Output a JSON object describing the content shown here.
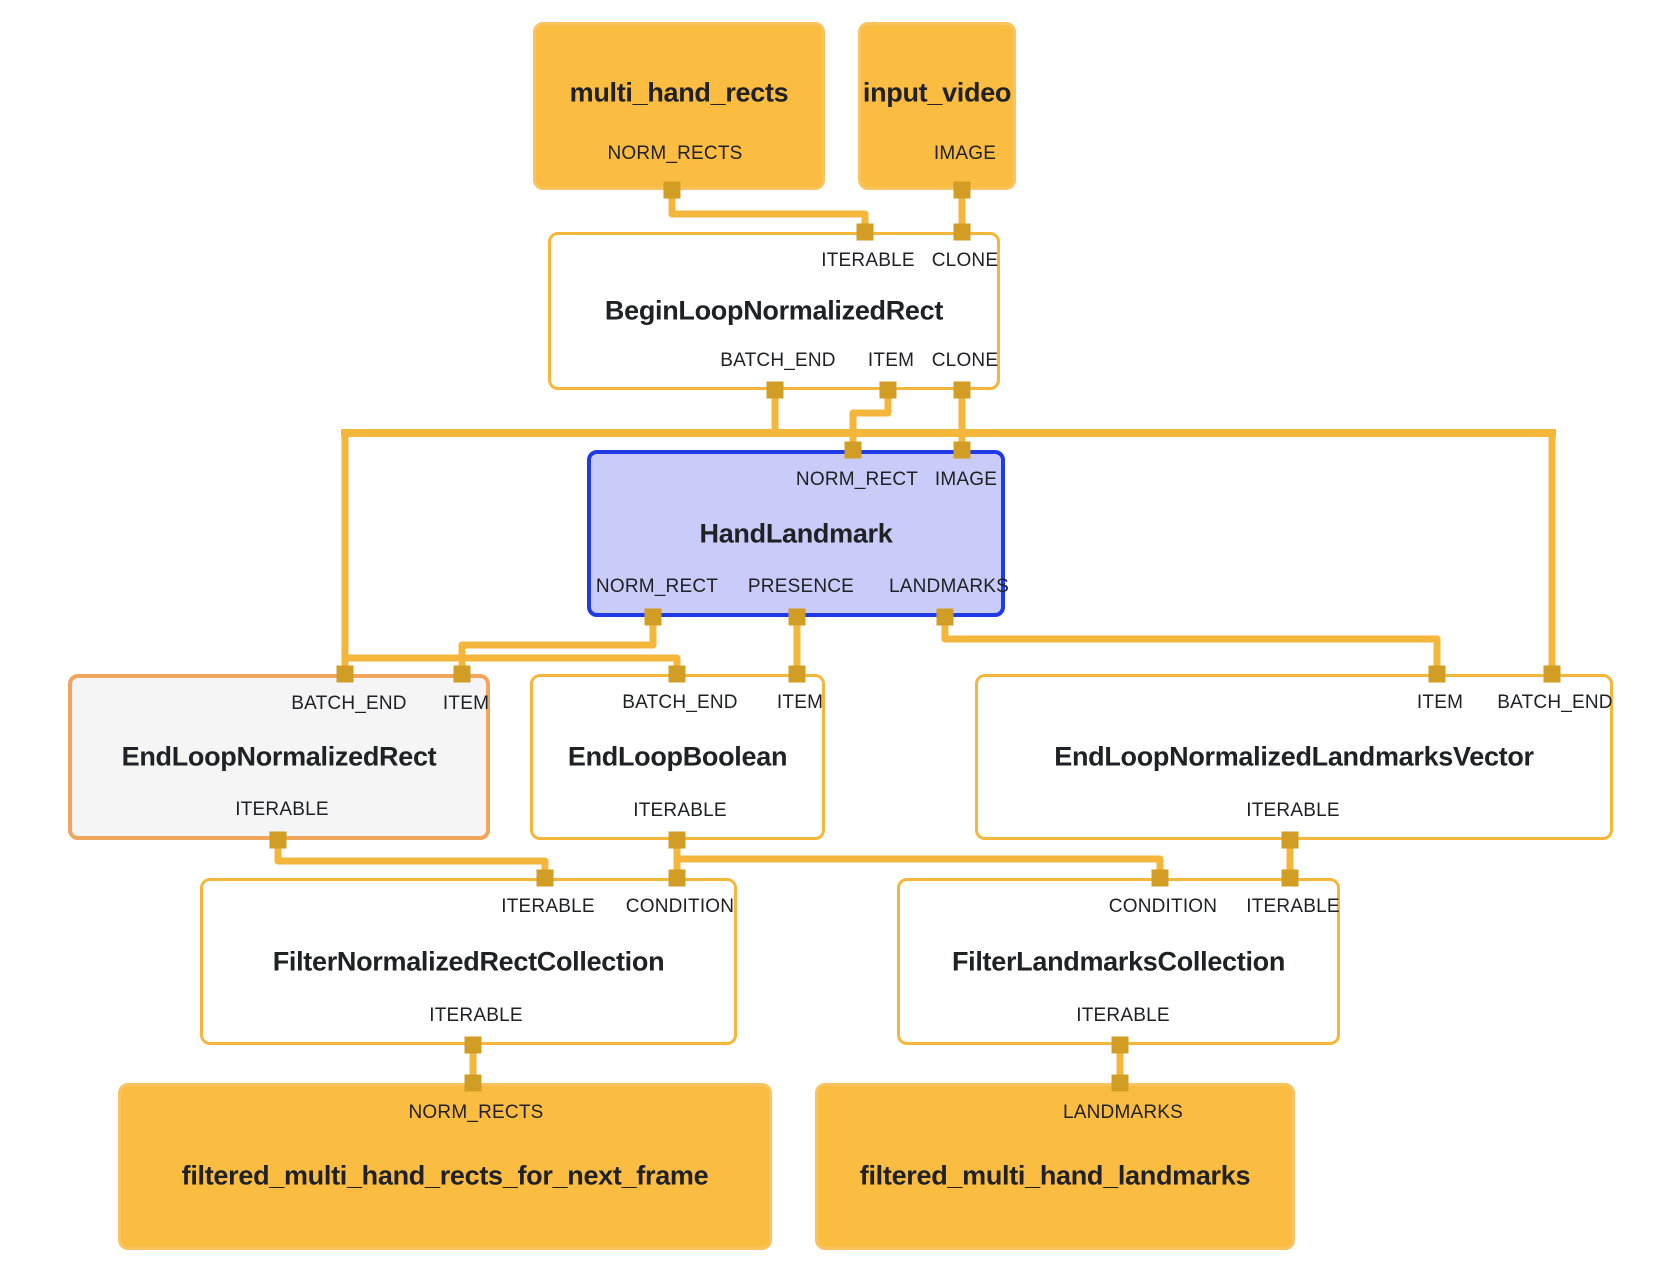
{
  "diagram_type": "mediapipe-node-graph",
  "colors": {
    "background": "#ffffff",
    "wire": "#F5B63C",
    "port": "#D29D25",
    "text": "#202124",
    "packet_fill": "#FBBC42",
    "packet_border": "#F9C45F",
    "plain_node_border": "#F5B63C",
    "subgraph_fill": "#C9CBF8",
    "subgraph_border": "#1F3BE5",
    "selected_node_fill": "#F5F5F5",
    "selected_node_border": "#F2A55C"
  },
  "nodes": {
    "multi_hand_rects": {
      "title": "multi_hand_rects",
      "outputs": [
        "NORM_RECTS"
      ]
    },
    "input_video": {
      "title": "input_video",
      "outputs": [
        "IMAGE"
      ]
    },
    "begin_loop_normalized_rect": {
      "title": "BeginLoopNormalizedRect",
      "inputs": [
        "ITERABLE",
        "CLONE"
      ],
      "outputs": [
        "BATCH_END",
        "ITEM",
        "CLONE"
      ]
    },
    "hand_landmark": {
      "title": "HandLandmark",
      "inputs": [
        "NORM_RECT",
        "IMAGE"
      ],
      "outputs": [
        "NORM_RECT",
        "PRESENCE",
        "LANDMARKS"
      ]
    },
    "end_loop_normalized_rect": {
      "title": "EndLoopNormalizedRect",
      "inputs": [
        "BATCH_END",
        "ITEM"
      ],
      "outputs": [
        "ITERABLE"
      ]
    },
    "end_loop_boolean": {
      "title": "EndLoopBoolean",
      "inputs": [
        "BATCH_END",
        "ITEM"
      ],
      "outputs": [
        "ITERABLE"
      ]
    },
    "end_loop_normalized_landmarks_vector": {
      "title": "EndLoopNormalizedLandmarksVector",
      "inputs": [
        "ITEM",
        "BATCH_END"
      ],
      "outputs": [
        "ITERABLE"
      ]
    },
    "filter_normalized_rect_collection": {
      "title": "FilterNormalizedRectCollection",
      "inputs": [
        "ITERABLE",
        "CONDITION"
      ],
      "outputs": [
        "ITERABLE"
      ]
    },
    "filter_landmarks_collection": {
      "title": "FilterLandmarksCollection",
      "inputs": [
        "CONDITION",
        "ITERABLE"
      ],
      "outputs": [
        "ITERABLE"
      ]
    },
    "filtered_multi_hand_rects_for_next_frame": {
      "title": "filtered_multi_hand_rects_for_next_frame",
      "inputs": [
        "NORM_RECTS"
      ]
    },
    "filtered_multi_hand_landmarks": {
      "title": "filtered_multi_hand_landmarks",
      "inputs": [
        "LANDMARKS"
      ]
    }
  },
  "edges": [
    {
      "from": "multi_hand_rects.NORM_RECTS",
      "to": "BeginLoopNormalizedRect.ITERABLE"
    },
    {
      "from": "input_video.IMAGE",
      "to": "BeginLoopNormalizedRect.CLONE"
    },
    {
      "from": "BeginLoopNormalizedRect.ITEM",
      "to": "HandLandmark.NORM_RECT"
    },
    {
      "from": "BeginLoopNormalizedRect.CLONE",
      "to": "HandLandmark.IMAGE"
    },
    {
      "from": "BeginLoopNormalizedRect.BATCH_END",
      "to": "EndLoopNormalizedRect.BATCH_END"
    },
    {
      "from": "BeginLoopNormalizedRect.BATCH_END",
      "to": "EndLoopBoolean.BATCH_END"
    },
    {
      "from": "BeginLoopNormalizedRect.BATCH_END",
      "to": "EndLoopNormalizedLandmarksVector.BATCH_END"
    },
    {
      "from": "HandLandmark.NORM_RECT",
      "to": "EndLoopNormalizedRect.ITEM"
    },
    {
      "from": "HandLandmark.PRESENCE",
      "to": "EndLoopBoolean.ITEM"
    },
    {
      "from": "HandLandmark.LANDMARKS",
      "to": "EndLoopNormalizedLandmarksVector.ITEM"
    },
    {
      "from": "EndLoopNormalizedRect.ITERABLE",
      "to": "FilterNormalizedRectCollection.ITERABLE"
    },
    {
      "from": "EndLoopBoolean.ITERABLE",
      "to": "FilterNormalizedRectCollection.CONDITION"
    },
    {
      "from": "EndLoopBoolean.ITERABLE",
      "to": "FilterLandmarksCollection.CONDITION"
    },
    {
      "from": "EndLoopNormalizedLandmarksVector.ITERABLE",
      "to": "FilterLandmarksCollection.ITERABLE"
    },
    {
      "from": "FilterNormalizedRectCollection.ITERABLE",
      "to": "filtered_multi_hand_rects_for_next_frame.NORM_RECTS"
    },
    {
      "from": "FilterLandmarksCollection.ITERABLE",
      "to": "filtered_multi_hand_landmarks.LANDMARKS"
    }
  ]
}
